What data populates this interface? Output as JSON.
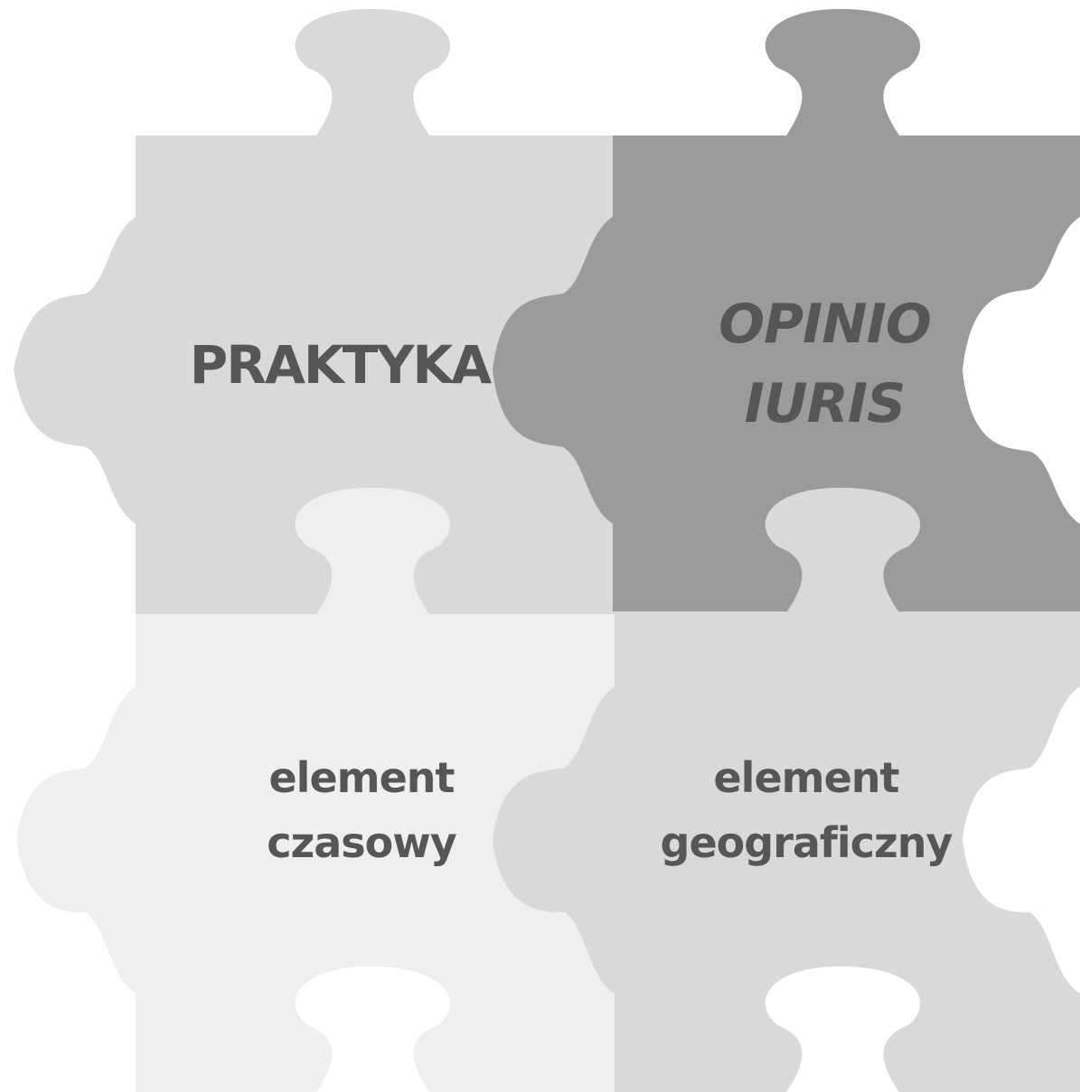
{
  "pieces": {
    "top_left": {
      "lines": [
        "PRAKTYKA"
      ],
      "color": "#d9d9d9"
    },
    "top_right": {
      "lines": [
        "OPINIO",
        "IURIS"
      ],
      "color": "#9b9b9b"
    },
    "bottom_left": {
      "lines": [
        "element",
        "czasowy"
      ],
      "color": "#efefef"
    },
    "bottom_right": {
      "lines": [
        "element",
        "geograficzny"
      ],
      "color": "#d9d9d9"
    }
  },
  "text_color": "#565656"
}
